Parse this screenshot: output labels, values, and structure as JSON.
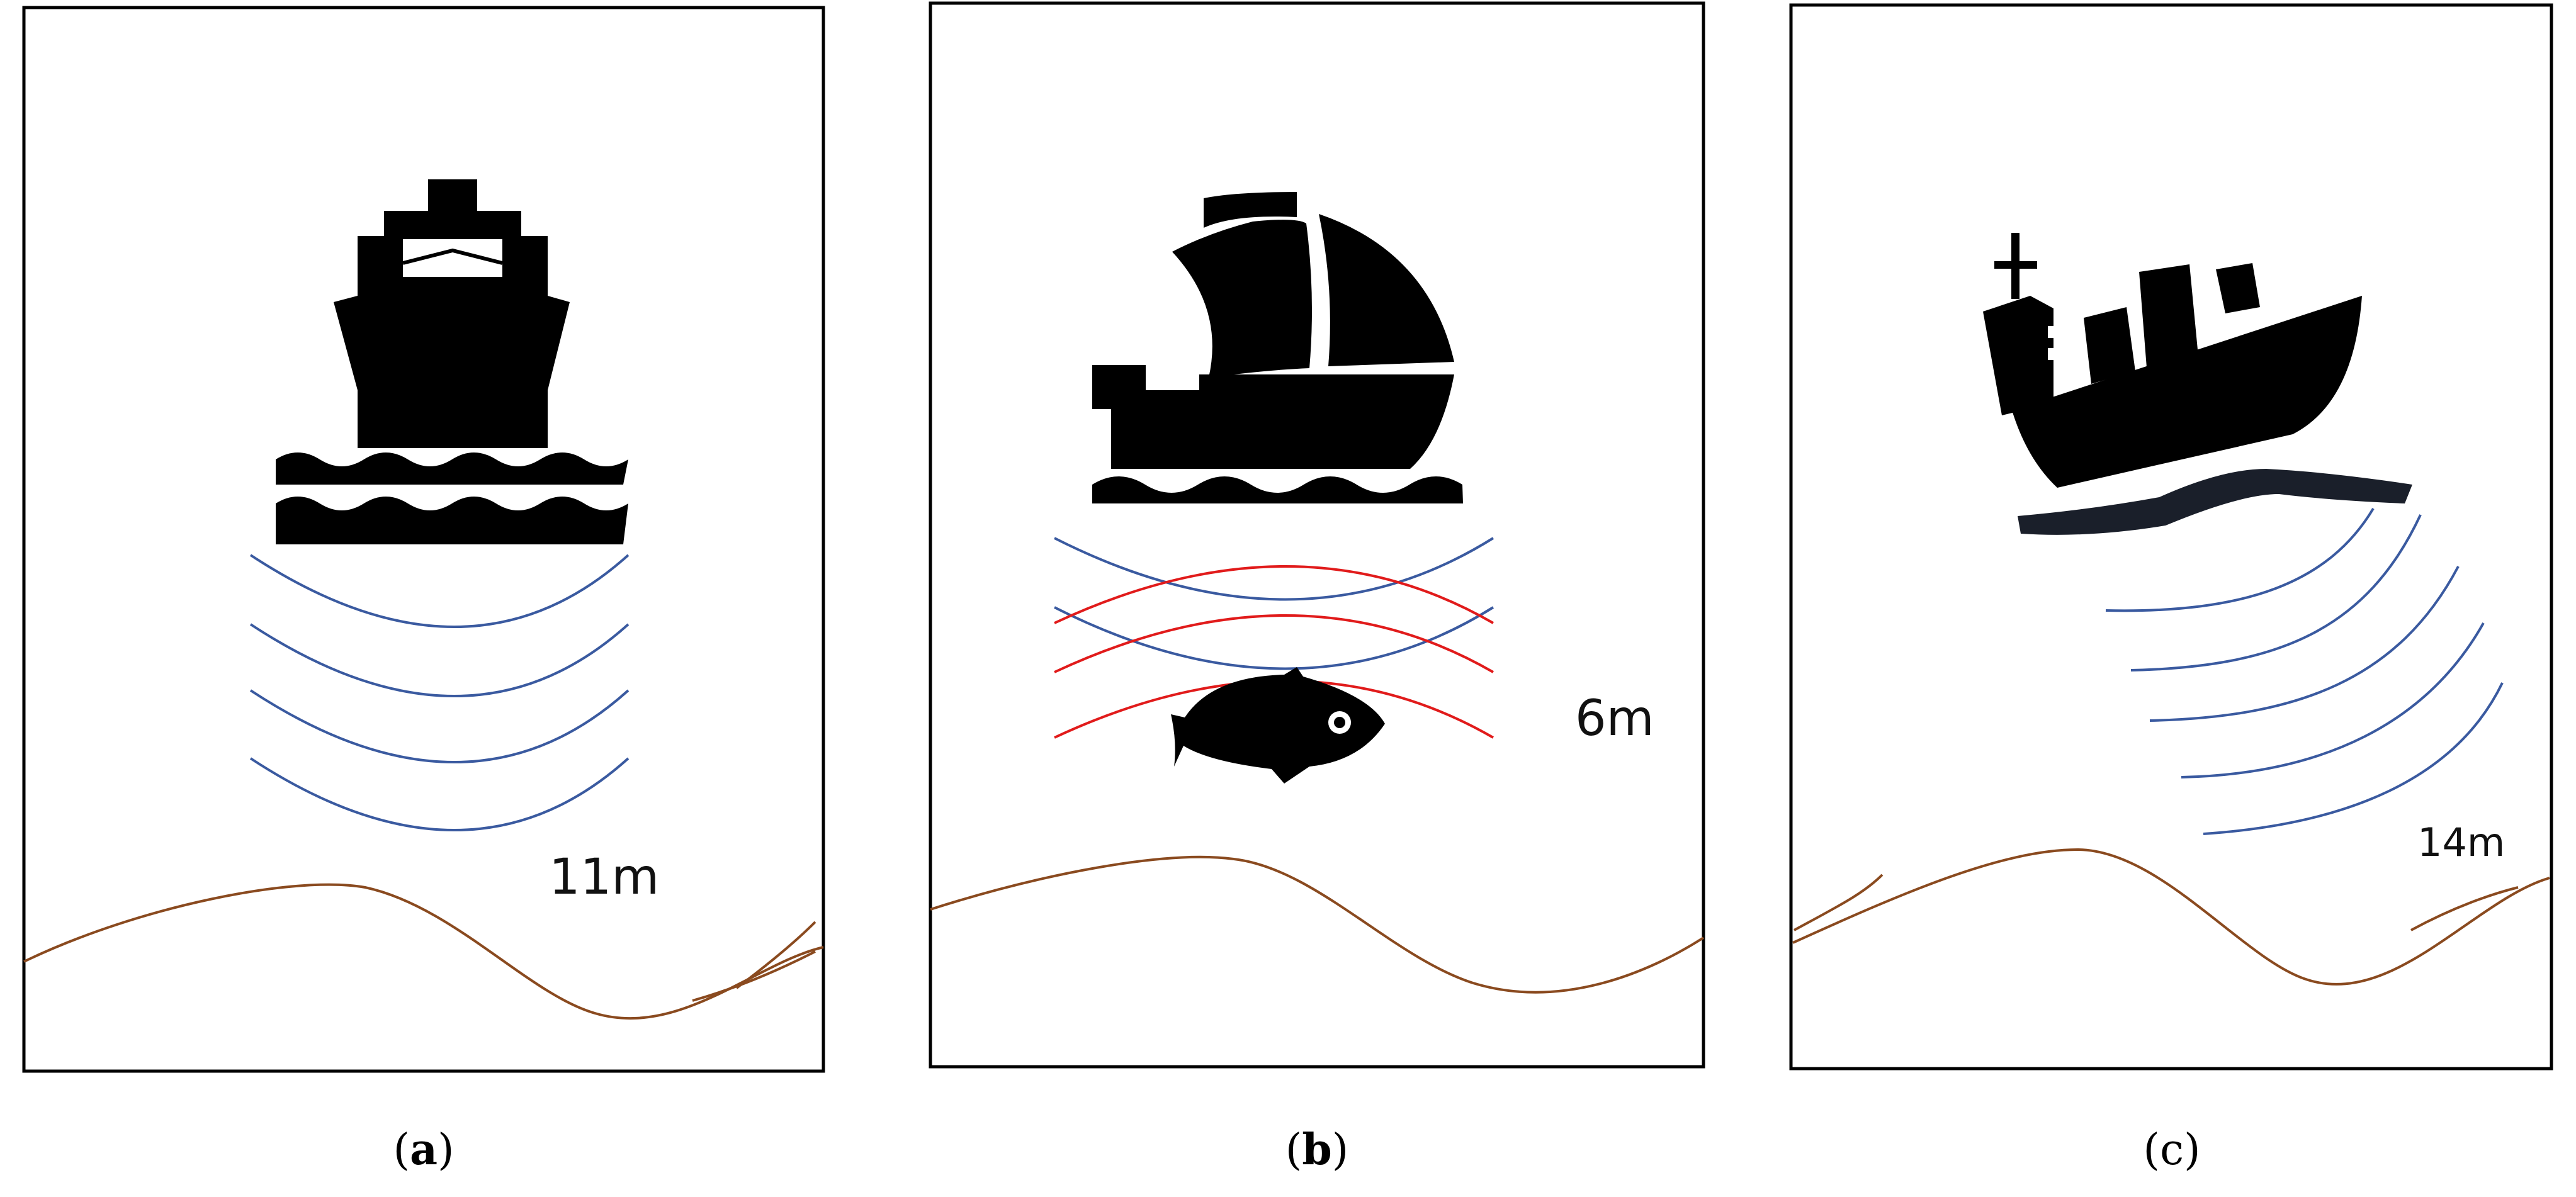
{
  "panels": [
    {
      "id": "a",
      "depth_label": "11m",
      "caption": {
        "open": "(",
        "letter": "a",
        "close": ")",
        "letter_bold": true
      },
      "icon": "cruise-ship-icon"
    },
    {
      "id": "b",
      "depth_label": "6m",
      "caption": {
        "open": "(",
        "letter": "b",
        "close": ")",
        "letter_bold": true
      },
      "icon": "sailing-ship-icon",
      "fish_icon": "fish-icon"
    },
    {
      "id": "c",
      "depth_label": "14m",
      "caption": {
        "open": "(",
        "letter": "c",
        "close": ")",
        "letter_bold": false
      },
      "icon": "cargo-ship-icon"
    }
  ],
  "colors": {
    "frame": "#000000",
    "icon": "#000000",
    "sonar_wave": "#3a5aa0",
    "echo_wave": "#e11b1b",
    "seabed": "#8a4a1f",
    "background": "#ffffff"
  }
}
